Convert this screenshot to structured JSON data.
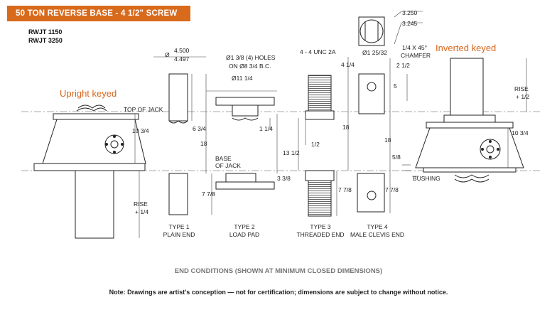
{
  "header": {
    "title": "50 TON  REVERSE BASE - 4 1/2\" SCREW",
    "models": [
      "RWJT 1150",
      "RWJT 3250"
    ]
  },
  "labels": {
    "upright": "Upright keyed",
    "inverted": "Inverted keyed",
    "top_of_jack": "TOP OF JACK",
    "base_of_jack_1": "BASE",
    "base_of_jack_2": "OF JACK",
    "rise_left_1": "RISE",
    "rise_left_2": "+ 1/4",
    "rise_right_1": "RISE",
    "rise_right_2": "+ 1/2",
    "bushing": "BUSHING"
  },
  "dimensions": {
    "d4500": "4.500",
    "d4497": "4.497",
    "phi": "Ø",
    "holes_1": "Ø1 3/8 (4) HOLES",
    "holes_2": "ON Ø8 3/4 B.C.",
    "pad_dia": "Ø11 1/4",
    "thread": "4 - 4 UNC 2A",
    "thread_len": "4 1/4",
    "pin_dia": "Ø1 25/32",
    "chamfer_1": "1/4 X 45°",
    "chamfer_2": "CHAMFER",
    "clevis_2_1_2": "2 1/2",
    "clevis_5": "5",
    "sq_3250": "3.250",
    "sq_3245": "3.245",
    "d10_3_4_left": "10 3/4",
    "d6_3_4": "6 3/4",
    "d1_1_4": "1 1/4",
    "d18_a": "18",
    "d13_1_2": "13 1/2",
    "d1_2": "1/2",
    "d18_b": "18",
    "d18_c": "18",
    "d3_3_8": "3 3/8",
    "d7_7_8_a": "7 7/8",
    "d7_7_8_b": "7 7/8",
    "d7_7_8_c": "7 7/8",
    "d5_8": "5/8",
    "d10_3_4_right": "10 3/4"
  },
  "types": [
    {
      "num": "TYPE 1",
      "name": "PLAIN END"
    },
    {
      "num": "TYPE 2",
      "name": "LOAD PAD"
    },
    {
      "num": "TYPE 3",
      "name": "THREADED END"
    },
    {
      "num": "TYPE 4",
      "name": "MALE CLEVIS END"
    }
  ],
  "caption": "END CONDITIONS (SHOWN AT MINIMUM CLOSED DIMENSIONS)",
  "footnote": "Note: Drawings are artist's conception — not for certification; dimensions are subject to change without notice."
}
